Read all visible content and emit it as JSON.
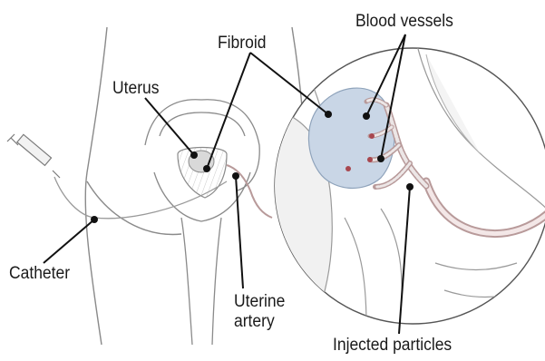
{
  "labels": {
    "blood_vessels": "Blood vessels",
    "fibroid": "Fibroid",
    "uterus": "Uterus",
    "catheter": "Catheter",
    "uterine_artery_line1": "Uterine",
    "uterine_artery_line2": "artery",
    "injected_particles": "Injected particles"
  },
  "colors": {
    "outline": "#7a7a7a",
    "leader_line": "#111111",
    "fibroid": "#c9d6e6",
    "vessel": "#b89a9a",
    "particles": "#e9e4e4",
    "tissue_shade": "#eeeeee"
  }
}
